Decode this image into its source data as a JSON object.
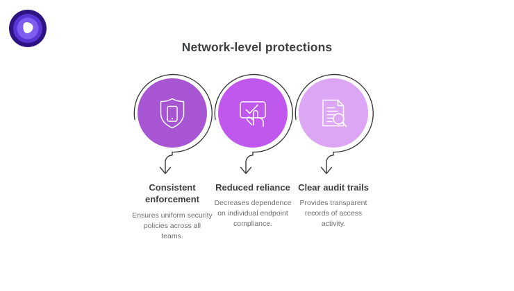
{
  "logo": {
    "name": "brand-logo",
    "outer_ring_color": "#2e1383",
    "mid_ring_color": "#5b34d6",
    "inner_ring_color": "#7e5cf0",
    "mark_color": "#ffffff"
  },
  "header": {
    "title": "Network-level protections",
    "title_color": "#3c4043"
  },
  "diagram": {
    "arc_color": "#3c3c3c",
    "icon_stroke_color": "#ffffff",
    "nodes": [
      {
        "heading": "Consistent enforcement",
        "body": "Ensures uniform security policies across all teams.",
        "circle_color": "#a855d4",
        "icon": "shield-phone-icon"
      },
      {
        "heading": "Reduced reliance",
        "body": "Decreases dependence on individual endpoint compliance.",
        "circle_color": "#c158ee",
        "icon": "checkbox-tap-icon"
      },
      {
        "heading": "Clear audit trails",
        "body": "Provides transparent records of access activity.",
        "circle_color": "#dda6f5",
        "icon": "document-search-icon"
      }
    ]
  }
}
